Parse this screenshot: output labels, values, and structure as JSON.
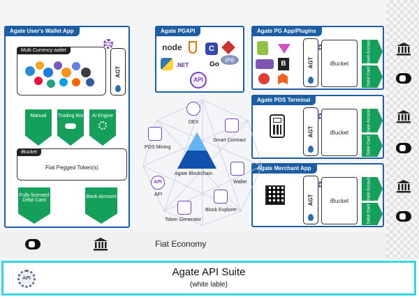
{
  "wallet_app": {
    "title": "Agate User's Wallet App",
    "multi_currency_title": "Multi Currency wallet",
    "agt_label": "AGT",
    "buttons": [
      {
        "label": "Manual"
      },
      {
        "label": "Trading Bot"
      },
      {
        "label": "Ai Engine"
      }
    ],
    "ibucket_title": "iBucket",
    "fiat_pegged": "Fiat Pegged Token(s)",
    "bottom_buttons": [
      {
        "label": "Fully licensed Debit Card"
      },
      {
        "label": "Bank Account"
      }
    ]
  },
  "pgapi": {
    "title": "Agate PGAPI",
    "tech_labels": [
      "node",
      ".NET",
      "php",
      "Go",
      "C"
    ],
    "api_label": "API"
  },
  "pg_app": {
    "title": "Agate PG App/Plugins",
    "agt_label": "AGT",
    "ibucket": "iBucket",
    "tabs": [
      "Bank Account",
      "Debit Card"
    ],
    "logo_letters": [
      "B"
    ]
  },
  "pos": {
    "title": "Agate POS Terminal",
    "agt_label": "AGT",
    "ibucket": "iBucket",
    "tabs": [
      "Bank Account",
      "Debit Card"
    ]
  },
  "merchant": {
    "title": "Agate Merchant App",
    "agt_label": "AGT",
    "ibucket": "iBucket",
    "tabs": [
      "Bank Account",
      "Debit Card"
    ]
  },
  "hub": {
    "center": "Agate Blockchain",
    "nodes": [
      "DEX",
      "Smart Contract",
      "Wallet",
      "Block Explorer",
      "Token Generator",
      "API",
      "POS Mining"
    ],
    "api_badge": "API"
  },
  "fiat": {
    "label": "Fiat Economy"
  },
  "suite": {
    "title": "Agate API Suite",
    "subtitle": "(white lable)",
    "badge": "API"
  },
  "colors": {
    "primary": "#1b5ea6",
    "green": "#14a05a",
    "purple": "#7b3fc4",
    "cyan": "#33d6e6"
  }
}
